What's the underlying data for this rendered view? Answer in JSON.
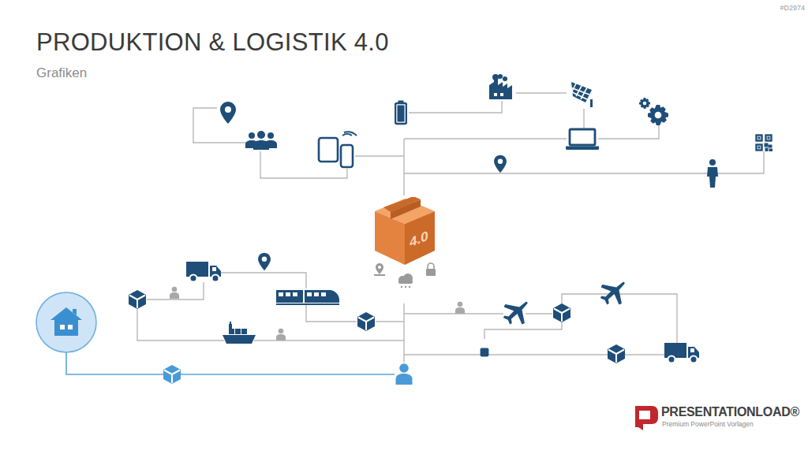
{
  "diagram": {
    "title": "PRODUKTION & LOGISTIK 4.0",
    "nodes": [
      {
        "text": [
          "4.0"
        ]
      }
    ],
    "labels": [
      "Grafiken",
      "#D2974",
      "PRESENTATIONLOAD®",
      "Premium PowerPoint Vorlagen"
    ]
  }
}
